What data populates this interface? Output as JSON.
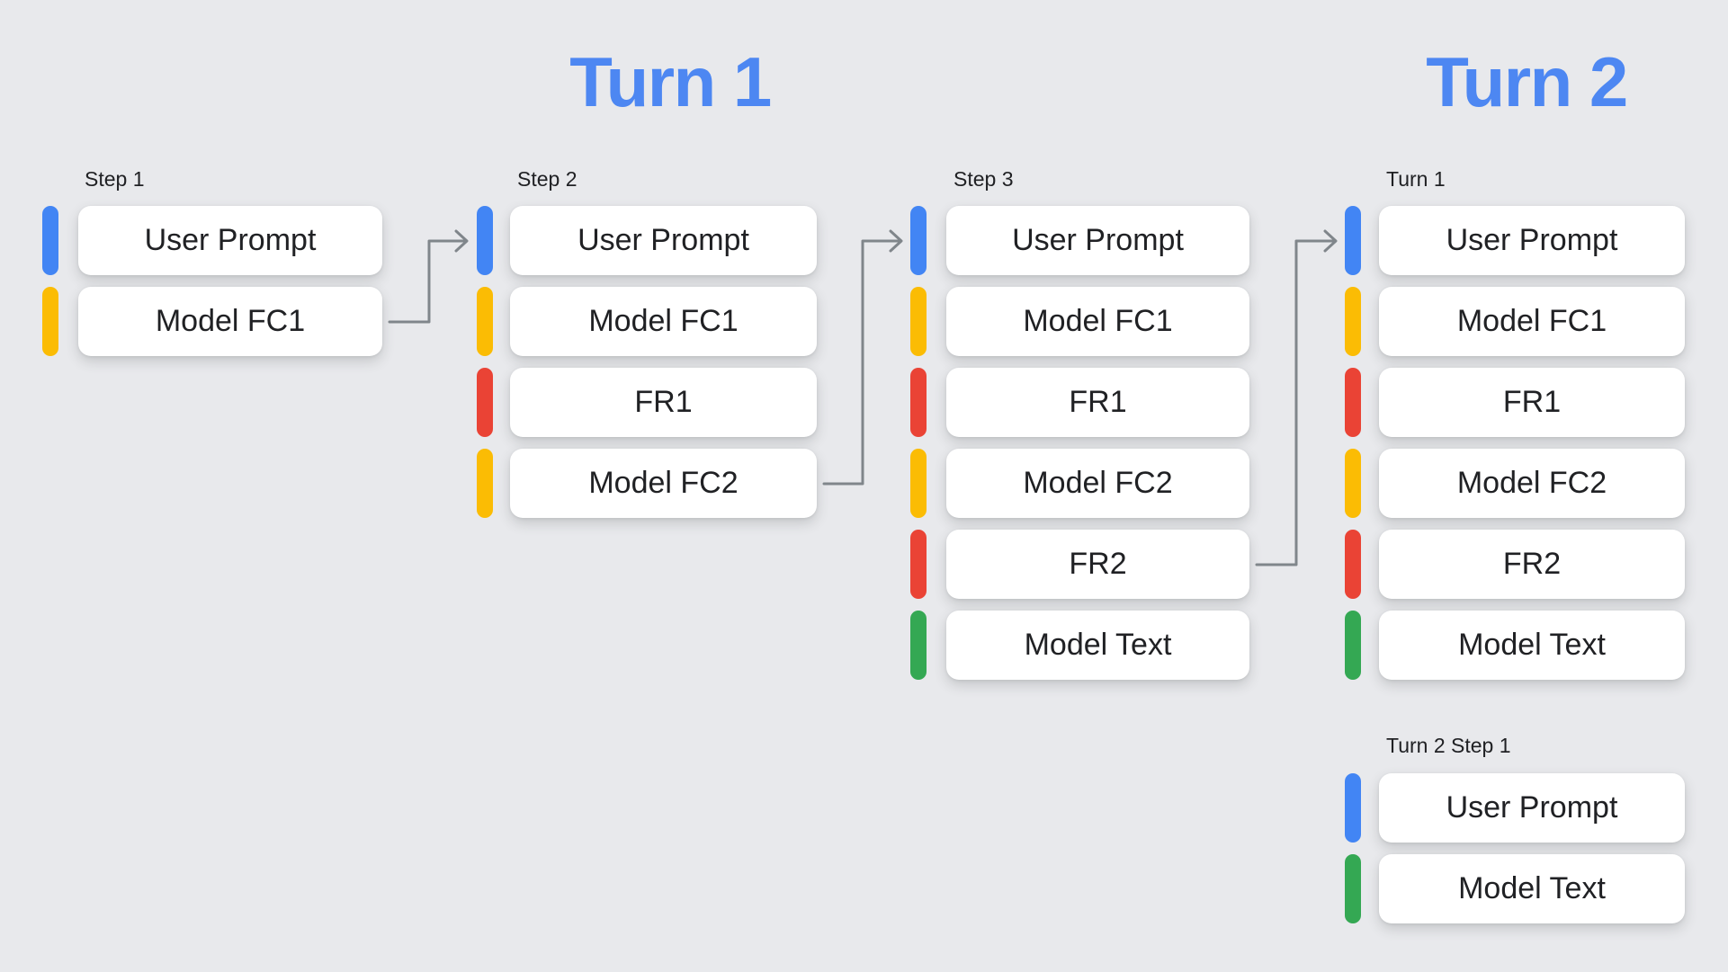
{
  "titles": {
    "turn1": "Turn 1",
    "turn2": "Turn 2"
  },
  "colors": {
    "background": "#e8e9ec",
    "title_blue": "#4d87f2",
    "user_prompt_blue": "#4285F4",
    "model_function_call_yellow": "#FBBC04",
    "function_response_red": "#EA4335",
    "model_text_green": "#34A853",
    "card_background": "#FFFFFF",
    "text": "#202124",
    "arrow_gray": "#80868B"
  },
  "columns": [
    {
      "label": "Step 1",
      "rows": [
        {
          "label": "User Prompt",
          "type": "user_prompt"
        },
        {
          "label": "Model FC1",
          "type": "model_function_call"
        }
      ]
    },
    {
      "label": "Step 2",
      "rows": [
        {
          "label": "User Prompt",
          "type": "user_prompt"
        },
        {
          "label": "Model FC1",
          "type": "model_function_call"
        },
        {
          "label": "FR1",
          "type": "function_response"
        },
        {
          "label": "Model FC2",
          "type": "model_function_call"
        }
      ]
    },
    {
      "label": "Step 3",
      "rows": [
        {
          "label": "User Prompt",
          "type": "user_prompt"
        },
        {
          "label": "Model FC1",
          "type": "model_function_call"
        },
        {
          "label": "FR1",
          "type": "function_response"
        },
        {
          "label": "Model FC2",
          "type": "model_function_call"
        },
        {
          "label": "FR2",
          "type": "function_response"
        },
        {
          "label": "Model Text",
          "type": "model_text"
        }
      ]
    },
    {
      "label": "Turn 1",
      "rows": [
        {
          "label": "User Prompt",
          "type": "user_prompt"
        },
        {
          "label": "Model FC1",
          "type": "model_function_call"
        },
        {
          "label": "FR1",
          "type": "function_response"
        },
        {
          "label": "Model FC2",
          "type": "model_function_call"
        },
        {
          "label": "FR2",
          "type": "function_response"
        },
        {
          "label": "Model Text",
          "type": "model_text"
        }
      ]
    }
  ],
  "turn2_group": {
    "label": "Turn 2 Step 1",
    "rows": [
      {
        "label": "User Prompt",
        "type": "user_prompt"
      },
      {
        "label": "Model Text",
        "type": "model_text"
      }
    ]
  },
  "arrows": [
    {
      "from": "Step 1 / Model FC1",
      "to": "Step 2 / User Prompt"
    },
    {
      "from": "Step 2 / Model FC2",
      "to": "Step 3 / User Prompt"
    },
    {
      "from": "Step 3 / FR2",
      "to": "Turn 1 / User Prompt"
    }
  ]
}
